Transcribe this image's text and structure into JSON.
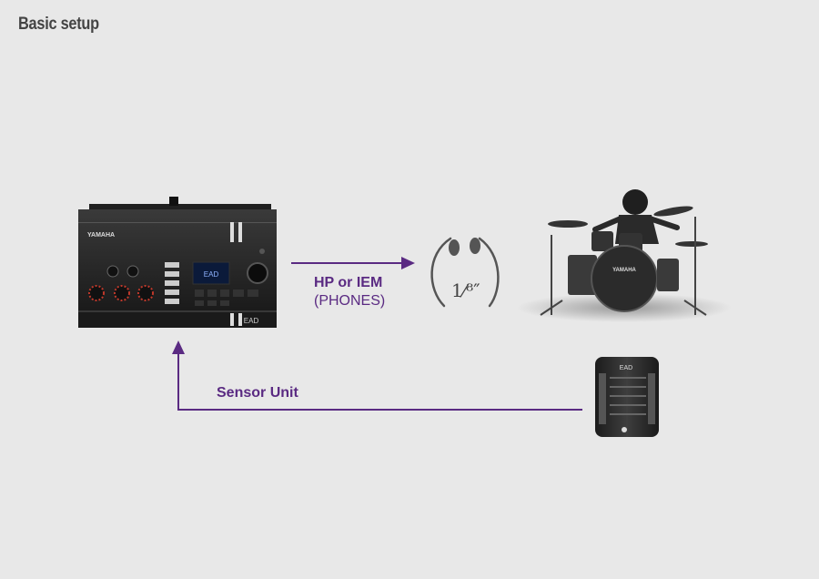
{
  "title": "Basic setup",
  "output": {
    "label_line1": "HP or IEM",
    "label_line2": "(PHONES)"
  },
  "input": {
    "label": "Sensor Unit"
  },
  "module": {
    "brand": "YAMAHA",
    "logo": "EAD"
  },
  "earphones": {
    "jack_size": "1⁄⁸″"
  },
  "kit": {
    "brand": "YAMAHA"
  },
  "sensor": {
    "logo": "EAD"
  },
  "colors": {
    "arrow": "#5a2a82",
    "background": "#e8e8e8"
  },
  "icons": [
    "drum-module",
    "in-ear-monitor-icon",
    "drummer-with-kit",
    "sensor-unit"
  ]
}
